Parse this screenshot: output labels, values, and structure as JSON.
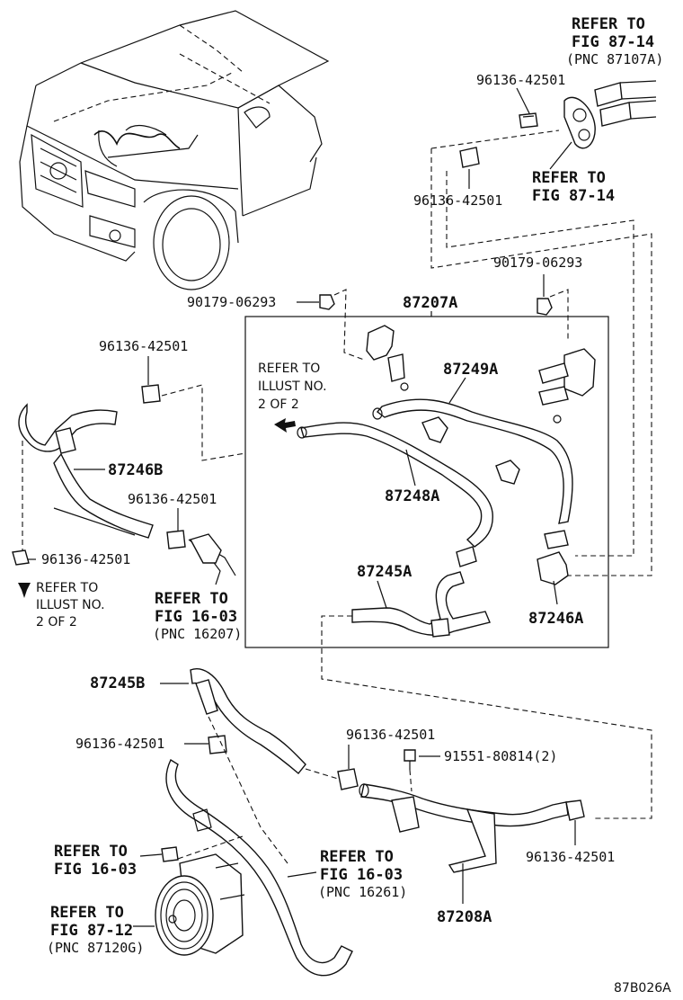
{
  "labels": {
    "refer_87_14_top": [
      "REFER TO",
      "FIG 87-14",
      "(PNC 87107A)"
    ],
    "clip_top": "96136-42501",
    "refer_87_14_mid": [
      "REFER TO",
      "FIG 87-14"
    ],
    "clip_top2": "96136-42501",
    "nut_right": "90179-06293",
    "nut_left": "90179-06293",
    "assy": "87207A",
    "refer_illust_2_top": [
      "REFER TO",
      "ILLUST NO.",
      "2 OF 2"
    ],
    "hose_87249A": "87249A",
    "hose_87248A": "87248A",
    "hose_87245A": "87245A",
    "hose_87246A": "87246A",
    "clip_left_top": "96136-42501",
    "hose_87246B": "87246B",
    "clip_left_mid": "96136-42501",
    "clip_left_low": "96136-42501",
    "refer_illust_2_left": [
      "REFER TO",
      "ILLUST NO.",
      "2 OF 2"
    ],
    "refer_16_03_a": [
      "REFER TO",
      "FIG 16-03",
      "(PNC 16207)"
    ],
    "hose_87245B": "87245B",
    "clip_bottom_left": "96136-42501",
    "clip_bottom_mid": "96136-42501",
    "bolt": "91551-80814(2)",
    "clip_bottom_right": "96136-42501",
    "refer_16_03_b": [
      "REFER TO",
      "FIG 16-03"
    ],
    "refer_16_03_c": [
      "REFER TO",
      "FIG 16-03",
      "(PNC 16261)"
    ],
    "refer_87_12": [
      "REFER TO",
      "FIG 87-12",
      "(PNC 87120G)"
    ],
    "pipe_87208A": "87208A",
    "figure_code": "87B026A"
  },
  "icons": [
    "vehicle-illustration",
    "hose-clamp-icon",
    "nut-icon",
    "bolt-icon",
    "arrow-left-icon",
    "arrow-down-icon",
    "compressor-pulley-icon"
  ]
}
